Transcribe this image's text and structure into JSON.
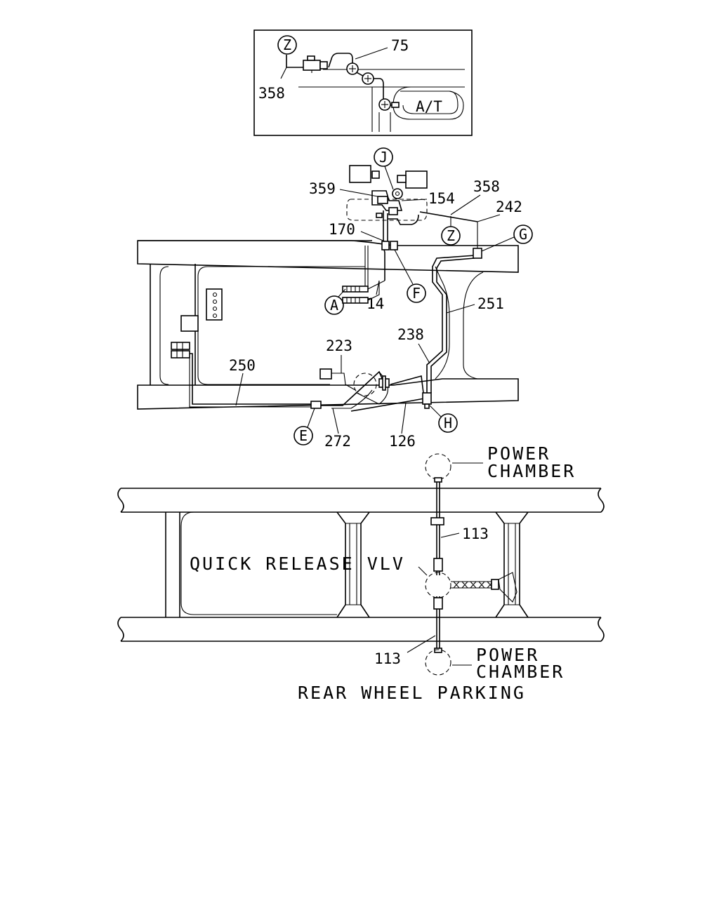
{
  "inset": {
    "labels": {
      "z": "Z",
      "part_75": "75",
      "part_358": "358",
      "at": "A/T"
    }
  },
  "middle": {
    "callouts": {
      "j": "J",
      "z": "Z",
      "g": "G",
      "f": "F",
      "a": "A",
      "e": "E",
      "h": "H"
    },
    "parts": {
      "p359": "359",
      "p154": "154",
      "p358": "358",
      "p242": "242",
      "p170": "170",
      "p14": "14",
      "p251": "251",
      "p238": "238",
      "p223": "223",
      "p250": "250",
      "p272": "272",
      "p126": "126"
    }
  },
  "lower": {
    "power_chamber_top": [
      "POWER",
      "CHAMBER"
    ],
    "power_chamber_bottom": [
      "POWER",
      "CHAMBER"
    ],
    "quick_release_valve": "QUICK RELEASE VLV",
    "part_113_top": "113",
    "part_113_bottom": "113",
    "caption": "REAR WHEEL PARKING"
  }
}
